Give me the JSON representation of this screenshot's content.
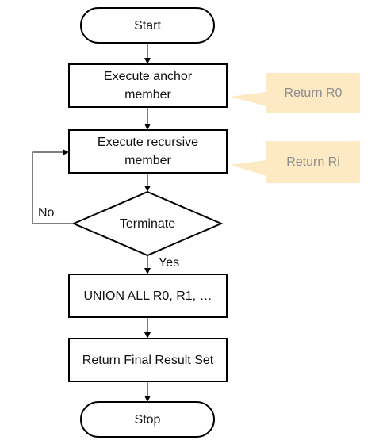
{
  "flowchart": {
    "start": "Start",
    "anchor": "Execute anchor member",
    "recursive": "Execute recursive member",
    "terminate": "Terminate",
    "union": "UNION ALL R0, R1, …",
    "final": "Return Final Result Set",
    "stop": "Stop"
  },
  "branches": {
    "no": "No",
    "yes": "Yes"
  },
  "callouts": {
    "anchor_return": "Return R0",
    "recursive_return": "Return Ri"
  },
  "colors": {
    "stroke": "#000000",
    "callout_fill": "#fde9c4",
    "callout_text": "#8c8c8c"
  }
}
